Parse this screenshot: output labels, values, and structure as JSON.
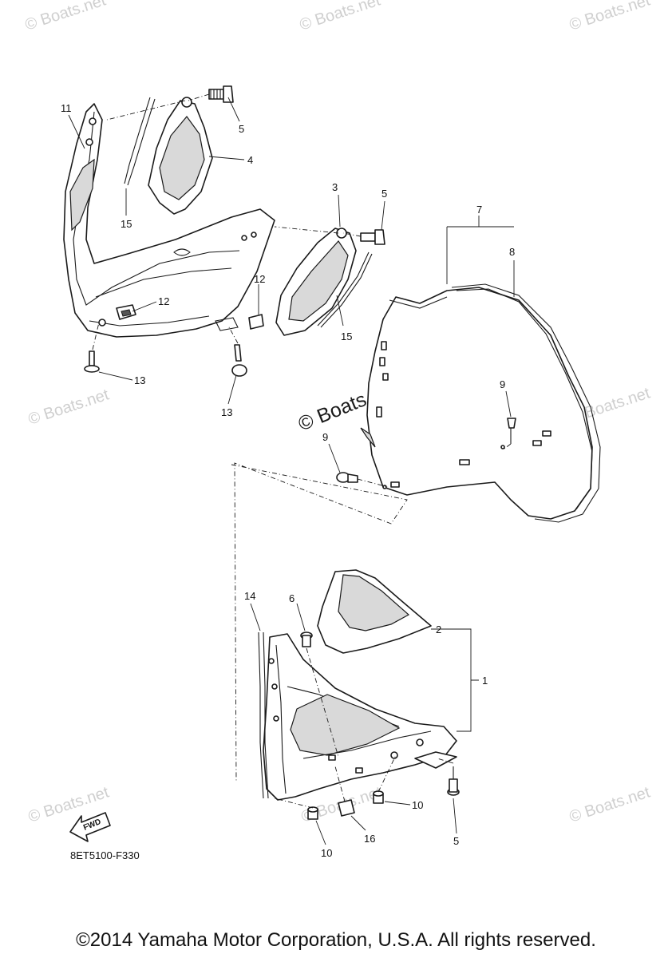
{
  "watermark": "© Boats.net",
  "diagram_code": "8ET5100-F330",
  "fwd_label": "FWD",
  "copyright": "©2014 Yamaha Motor Corporation, U.S.A. All rights reserved.",
  "callouts": {
    "n1": "1",
    "n2": "2",
    "n3": "3",
    "n4": "4",
    "n5a": "5",
    "n5b": "5",
    "n5c": "5",
    "n6": "6",
    "n7": "7",
    "n8": "8",
    "n9a": "9",
    "n9b": "9",
    "n10a": "10",
    "n10b": "10",
    "n11": "11",
    "n12a": "12",
    "n12b": "12",
    "n13a": "13",
    "n13b": "13",
    "n14": "14",
    "n15a": "15",
    "n15b": "15",
    "n16": "16"
  }
}
